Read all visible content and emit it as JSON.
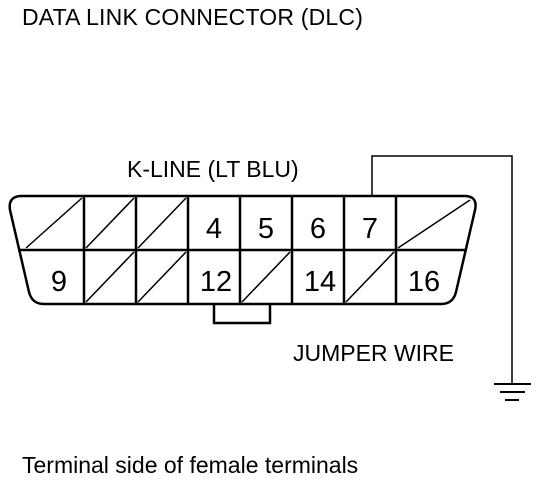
{
  "title": "DATA LINK CONNECTOR (DLC)",
  "caption": "Terminal side of female terminals",
  "kline_label": "K-LINE (LT BLU)",
  "jumper_label": "JUMPER WIRE",
  "ground_icon": "ground-symbol",
  "terminals": {
    "t4": "4",
    "t5": "5",
    "t6": "6",
    "t7": "7",
    "t9": "9",
    "t12": "12",
    "t14": "14",
    "t16": "16"
  }
}
